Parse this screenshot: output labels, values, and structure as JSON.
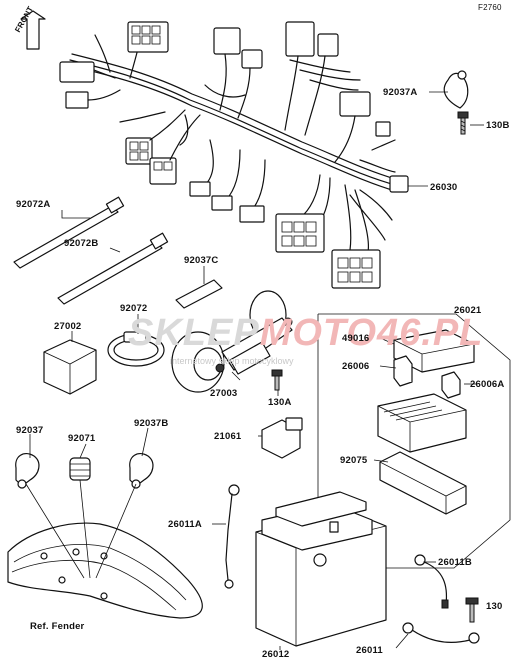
{
  "diagram": {
    "ref_code": "F2760",
    "front_label": "FRONT",
    "ref_fender": "Ref. Fender",
    "watermark": {
      "left": "SKLEP",
      "right": "MOTO46.PL",
      "sub": "internetowy sklep motocyklowy"
    },
    "parts": [
      {
        "id": "p_92037A",
        "label": "92037A"
      },
      {
        "id": "p_130B",
        "label": "130B"
      },
      {
        "id": "p_26030",
        "label": "26030"
      },
      {
        "id": "p_92072A",
        "label": "92072A"
      },
      {
        "id": "p_92072B",
        "label": "92072B"
      },
      {
        "id": "p_92037C",
        "label": "92037C"
      },
      {
        "id": "p_92072",
        "label": "92072"
      },
      {
        "id": "p_27002",
        "label": "27002"
      },
      {
        "id": "p_26021",
        "label": "26021"
      },
      {
        "id": "p_49016",
        "label": "49016"
      },
      {
        "id": "p_26006",
        "label": "26006"
      },
      {
        "id": "p_26006A",
        "label": "26006A"
      },
      {
        "id": "p_27003",
        "label": "27003"
      },
      {
        "id": "p_130A",
        "label": "130A"
      },
      {
        "id": "p_92037",
        "label": "92037"
      },
      {
        "id": "p_92071",
        "label": "92071"
      },
      {
        "id": "p_92037B",
        "label": "92037B"
      },
      {
        "id": "p_21061",
        "label": "21061"
      },
      {
        "id": "p_92075",
        "label": "92075"
      },
      {
        "id": "p_26011A",
        "label": "26011A"
      },
      {
        "id": "p_26011B",
        "label": "26011B"
      },
      {
        "id": "p_130",
        "label": "130"
      },
      {
        "id": "p_26012",
        "label": "26012"
      },
      {
        "id": "p_26011",
        "label": "26011"
      }
    ]
  }
}
